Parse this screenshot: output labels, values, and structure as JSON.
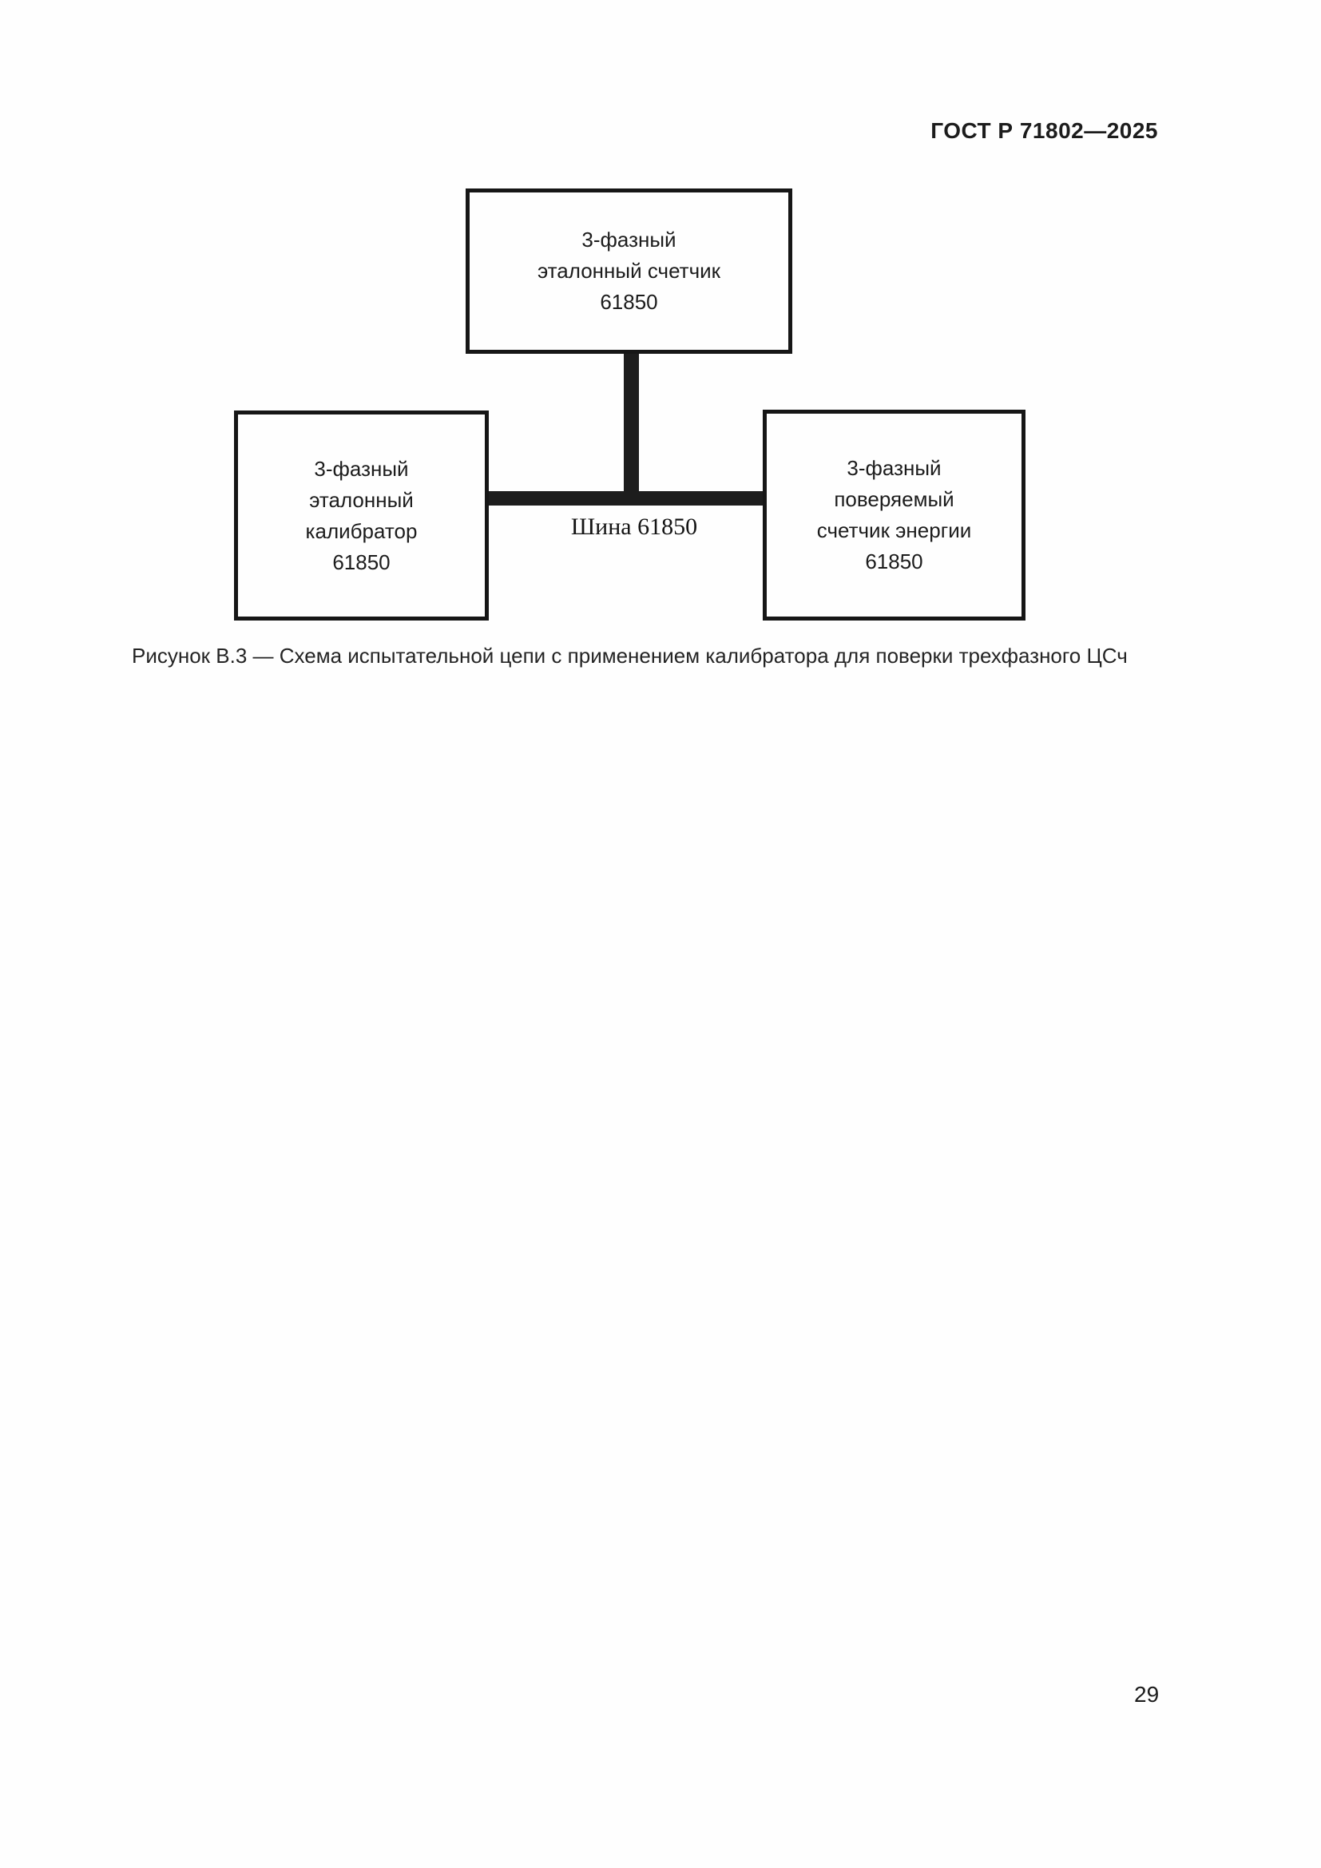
{
  "page": {
    "header": "ГОСТ Р 71802—2025",
    "page_number": "29"
  },
  "diagram": {
    "bus_label": "Шина 61850",
    "boxes": {
      "top": {
        "role": "reference-meter",
        "lines": [
          "3-фазный",
          "эталонный счетчик",
          "61850"
        ]
      },
      "left": {
        "role": "reference-calibrator",
        "lines": [
          "3-фазный",
          "эталонный",
          "калибратор",
          "61850"
        ]
      },
      "right": {
        "role": "meter-under-test",
        "lines": [
          "3-фазный",
          "поверяемый",
          "счетчик энергии",
          "61850"
        ]
      }
    },
    "colors": {
      "line": "#1d1d1d",
      "background": "#fefefe"
    }
  },
  "caption": "Рисунок В.3 — Схема испытательной цепи с применением калибратора для поверки трехфазного ЦСч"
}
